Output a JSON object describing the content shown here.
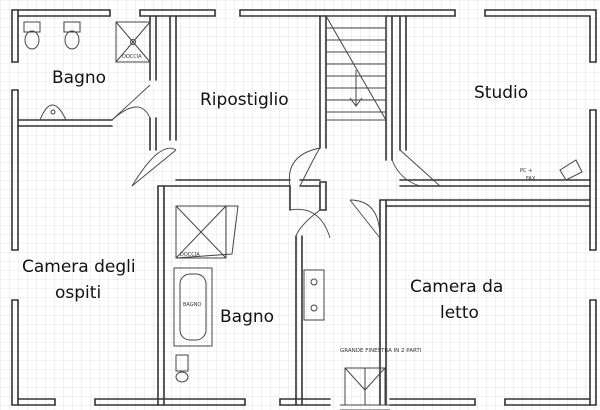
{
  "rooms": {
    "bagno_top": "Bagno",
    "ripostiglio": "Ripostiglio",
    "studio": "Studio",
    "camera_ospiti_l1": "Camera degli",
    "camera_ospiti_l2": "ospiti",
    "bagno_center": "Bagno",
    "camera_letto_l1": "Camera da",
    "camera_letto_l2": "letto"
  },
  "fixtures": {
    "doccia_top": "DOCCIA",
    "doccia_center": "DOCCIA",
    "vasca": "BAGNO",
    "pc_l1": "PC +",
    "pc_l2": "FAX",
    "window_note": "GRANDE FINESTRA IN 2 PARTI"
  },
  "colors": {
    "grid": "#d0d0d6",
    "wall": "#333333",
    "paper": "#ffffff"
  }
}
